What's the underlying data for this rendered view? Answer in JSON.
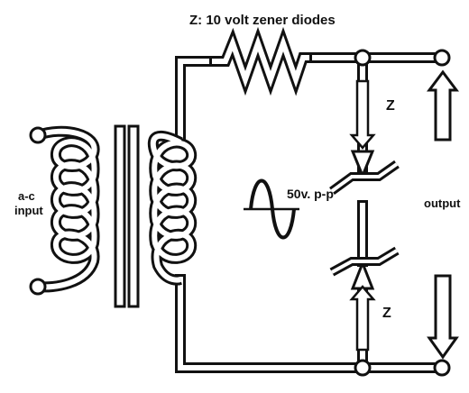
{
  "labels": {
    "legend": "Z: 10 volt zener diodes",
    "input": [
      "a-c",
      "input"
    ],
    "output": "output",
    "waveform": "50v. p-p",
    "zener_upper": "Z",
    "zener_lower": "Z"
  }
}
